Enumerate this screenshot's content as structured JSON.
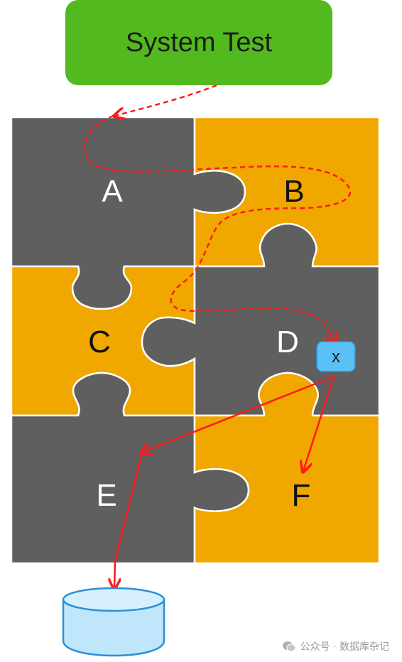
{
  "title": "System Test",
  "pieces": [
    {
      "id": "A",
      "label": "A"
    },
    {
      "id": "B",
      "label": "B"
    },
    {
      "id": "C",
      "label": "C"
    },
    {
      "id": "D",
      "label": "D"
    },
    {
      "id": "E",
      "label": "E"
    },
    {
      "id": "F",
      "label": "F"
    }
  ],
  "marker": "x",
  "watermark": {
    "icon": "wechat-icon",
    "text": "公众号 · 数据库杂记"
  },
  "colors": {
    "title_bg": "#52b91f",
    "gray_piece": "#5f5f5f",
    "orange_piece": "#f0a800",
    "arrow": "#ff1a1a",
    "marker_bg": "#5bc0f5",
    "database_fill": "#bfe6fb",
    "database_stroke": "#2b8fd6"
  }
}
